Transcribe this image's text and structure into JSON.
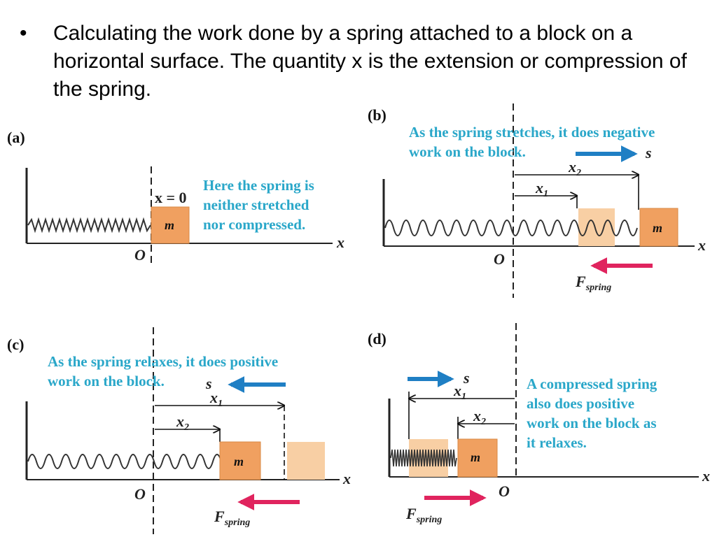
{
  "bullet": {
    "marker": "•",
    "text": "Calculating the work done by a spring attached to a block on a horizontal surface. The quantity x is the extension or compression of the spring."
  },
  "colors": {
    "caption": "#2aa7c9",
    "block": "#f0a060",
    "block_ghost": "#f8cfa4",
    "arrow_displacement": "#1f7fc4",
    "arrow_force": "#e0245e"
  },
  "panels": {
    "a": {
      "label": "(a)",
      "caption": [
        "Here the spring is",
        "neither stretched",
        "nor compressed."
      ],
      "x_eq": "x = 0",
      "origin": "O",
      "axis": "x",
      "mass": "m"
    },
    "b": {
      "label": "(b)",
      "caption": [
        "As the spring stretches, it does negative",
        "work on the block."
      ],
      "s": "s",
      "x2": "x",
      "x2_sub": "2",
      "x1": "x",
      "x1_sub": "1",
      "origin": "O",
      "axis": "x",
      "mass": "m",
      "force": "F",
      "force_sub": "spring"
    },
    "c": {
      "label": "(c)",
      "caption": [
        "As the spring relaxes, it does positive",
        "work on the block."
      ],
      "s": "s",
      "x1": "x",
      "x1_sub": "1",
      "x2": "x",
      "x2_sub": "2",
      "origin": "O",
      "axis": "x",
      "mass": "m",
      "force": "F",
      "force_sub": "spring"
    },
    "d": {
      "label": "(d)",
      "caption": [
        "A compressed spring",
        "also does positive",
        "work on the block as",
        "it relaxes."
      ],
      "s": "s",
      "x1": "x",
      "x1_sub": "1",
      "x2": "x",
      "x2_sub": "2",
      "origin": "O",
      "axis": "x",
      "mass": "m",
      "force": "F",
      "force_sub": "spring"
    }
  }
}
